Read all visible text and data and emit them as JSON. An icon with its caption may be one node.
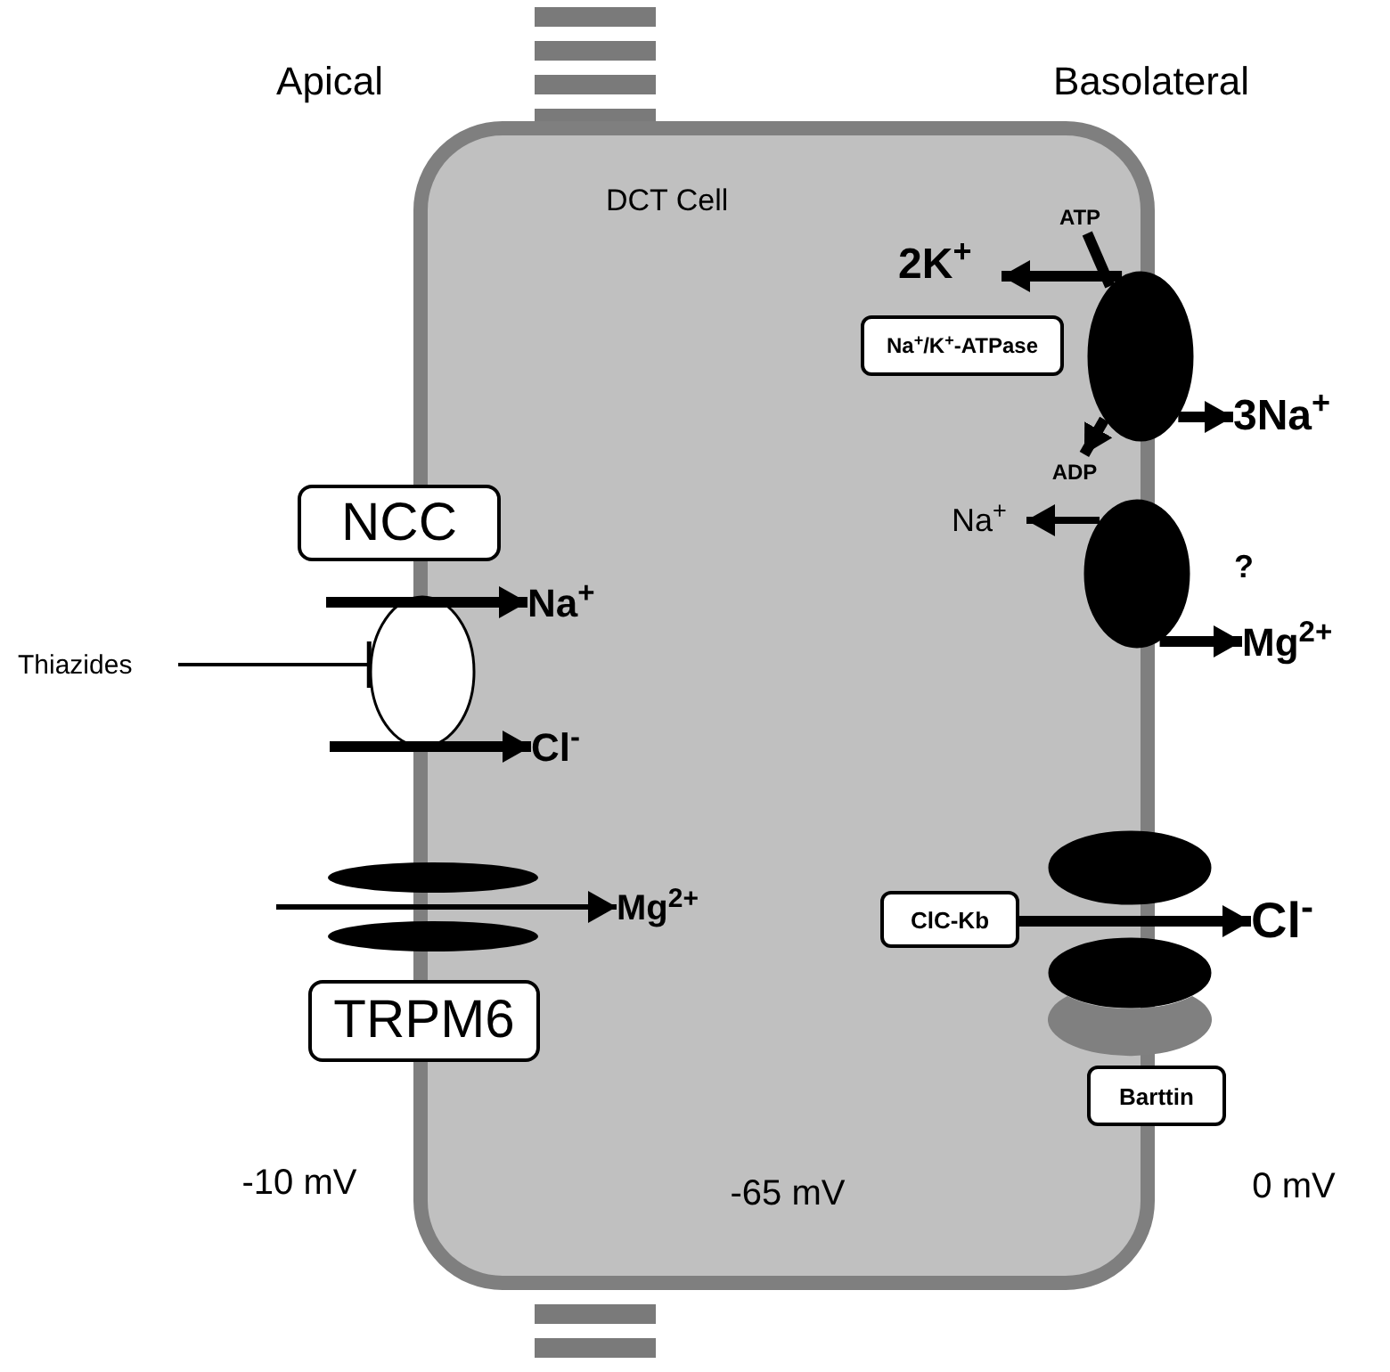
{
  "diagram": {
    "nodes": [
      {
        "text": [
          "DCT Cell"
        ]
      },
      {
        "text": [
          "NCC"
        ]
      },
      {
        "text": [],
        "shape": "ellipse"
      },
      {
        "text": [
          "Na$^{+}$"
        ],
        "in": 0
      },
      {
        "text": [
          "Cl$^{-}$"
        ],
        "in": 0
      },
      {
        "text": [
          "Thiazides"
        ]
      },
      {
        "text": [],
        "shape": "ellipse"
      },
      {
        "text": [
          "Mg$^{2+}$"
        ],
        "in": 0
      },
      {
        "text": [
          "TRPM6"
        ]
      },
      {
        "text": [
          "Na$^{+}$/K$^{+}$-ATPase"
        ],
        "in": 0
      },
      {
        "text": [],
        "shape": "ellipse"
      },
      {
        "text": [
          "2K$^{+}$"
        ],
        "in": 0
      },
      {
        "text": [
          "3Na$^{+}$"
        ]
      },
      {
        "text": [
          "ATP"
        ],
        "in": 0
      },
      {
        "text": [
          "ADP"
        ],
        "in": 0
      },
      {
        "text": [],
        "shape": "ellipse"
      },
      {
        "text": [
          "Na$^{+}$"
        ],
        "in": 0
      },
      {
        "text": [
          "Mg$^{2+}$"
        ]
      },
      {
        "text": [],
        "shape": "ellipse"
      },
      {
        "text": [],
        "shape": "ellipse"
      },
      {
        "text": [
          "ClC-Kb"
        ],
        "in": 0
      },
      {
        "text": [
          "Cl$^{-}$"
        ]
      },
      {
        "text": [],
        "shape": "ellipse"
      },
      {
        "text": [
          "Barttin"
        ]
      }
    ],
    "edges": [
      {
        "from": null,
        "to": 3,
        "arrow": "to"
      },
      {
        "from": null,
        "to": 4,
        "arrow": "to"
      },
      {
        "from": 5,
        "to": 2,
        "arrow": "other"
      },
      {
        "from": null,
        "to": 7,
        "arrow": "to"
      },
      {
        "from": 10,
        "to": 11,
        "arrow": "to"
      },
      {
        "from": 13,
        "to": 10,
        "arrow": "none"
      },
      {
        "from": 10,
        "to": 14,
        "arrow": "to"
      },
      {
        "from": 10,
        "to": 12,
        "arrow": "to"
      },
      {
        "from": 15,
        "to": 16,
        "arrow": "to"
      },
      {
        "from": 15,
        "to": 17,
        "arrow": "to"
      },
      {
        "from": 20,
        "to": 21,
        "arrow": "to"
      }
    ],
    "labels": [
      "Apical",
      "Basolateral",
      "?",
      "-10 mV",
      "-65 mV",
      "0 mV"
    ]
  }
}
